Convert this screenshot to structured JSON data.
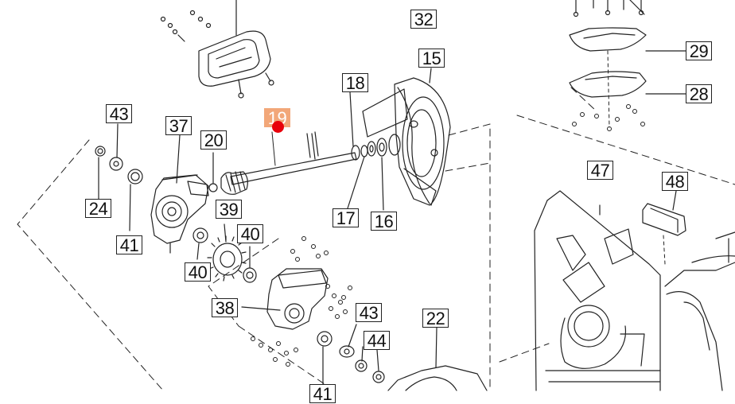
{
  "diagram": {
    "highlight_color": "#f2a779",
    "marker_color": "#e8000b",
    "line_color": "#222222",
    "selected_part": "19",
    "callouts": [
      {
        "id": "c32",
        "label": "32",
        "highlighted": false
      },
      {
        "id": "c15",
        "label": "15",
        "highlighted": false
      },
      {
        "id": "c18",
        "label": "18",
        "highlighted": false
      },
      {
        "id": "c19",
        "label": "19",
        "highlighted": true
      },
      {
        "id": "c43a",
        "label": "43",
        "highlighted": false
      },
      {
        "id": "c37",
        "label": "37",
        "highlighted": false
      },
      {
        "id": "c20",
        "label": "20",
        "highlighted": false
      },
      {
        "id": "c24",
        "label": "24",
        "highlighted": false
      },
      {
        "id": "c41a",
        "label": "41",
        "highlighted": false
      },
      {
        "id": "c39",
        "label": "39",
        "highlighted": false
      },
      {
        "id": "c40a",
        "label": "40",
        "highlighted": false
      },
      {
        "id": "c40b",
        "label": "40",
        "highlighted": false
      },
      {
        "id": "c17",
        "label": "17",
        "highlighted": false
      },
      {
        "id": "c16",
        "label": "16",
        "highlighted": false
      },
      {
        "id": "c38",
        "label": "38",
        "highlighted": false
      },
      {
        "id": "c43b",
        "label": "43",
        "highlighted": false
      },
      {
        "id": "c44",
        "label": "44",
        "highlighted": false
      },
      {
        "id": "c22",
        "label": "22",
        "highlighted": false
      },
      {
        "id": "c41b",
        "label": "41",
        "highlighted": false
      },
      {
        "id": "c29",
        "label": "29",
        "highlighted": false
      },
      {
        "id": "c28",
        "label": "28",
        "highlighted": false
      },
      {
        "id": "c47",
        "label": "47",
        "highlighted": false
      },
      {
        "id": "c48",
        "label": "48",
        "highlighted": false
      }
    ]
  }
}
